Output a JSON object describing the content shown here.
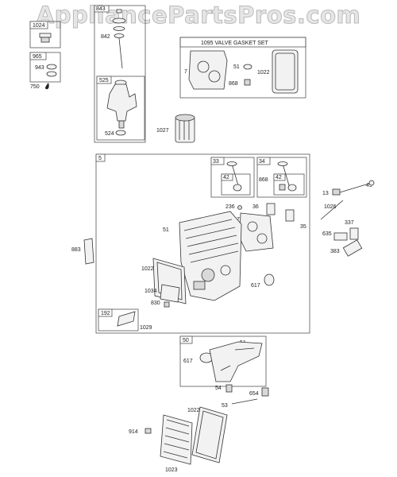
{
  "watermark": "AppliancePartsPros.com",
  "valve_gasket_set": {
    "title": "1095 VALVE GASKET SET",
    "parts": [
      "7",
      "51",
      "1022",
      "868"
    ]
  },
  "boxes": {
    "b1024": "1024",
    "b965": "965",
    "b843": "843",
    "b525": "525",
    "b5": "5",
    "b33": "33",
    "b34": "34",
    "b42a": "42",
    "b42b": "42",
    "b192": "192",
    "b50": "50"
  },
  "labels": {
    "l943": "943",
    "l750": "750",
    "l842": "842",
    "l524": "524",
    "l1027": "1027",
    "l868b": "868",
    "l236": "236",
    "l36": "36",
    "l7b": "7",
    "l35": "35",
    "l51b": "51",
    "l883": "883",
    "l1022b": "1022",
    "l1034": "1034",
    "l830": "830",
    "l1029": "1029",
    "l617a": "617",
    "l13": "13",
    "l45": "45",
    "l1026": "1026",
    "l337": "337",
    "l635": "635",
    "l383": "383",
    "l51c": "51",
    "l617b": "617",
    "l54": "54",
    "l654": "654",
    "l53": "53",
    "l1022c": "1022",
    "l914": "914",
    "l1023": "1023"
  },
  "icons": [
    "drop-icon"
  ]
}
